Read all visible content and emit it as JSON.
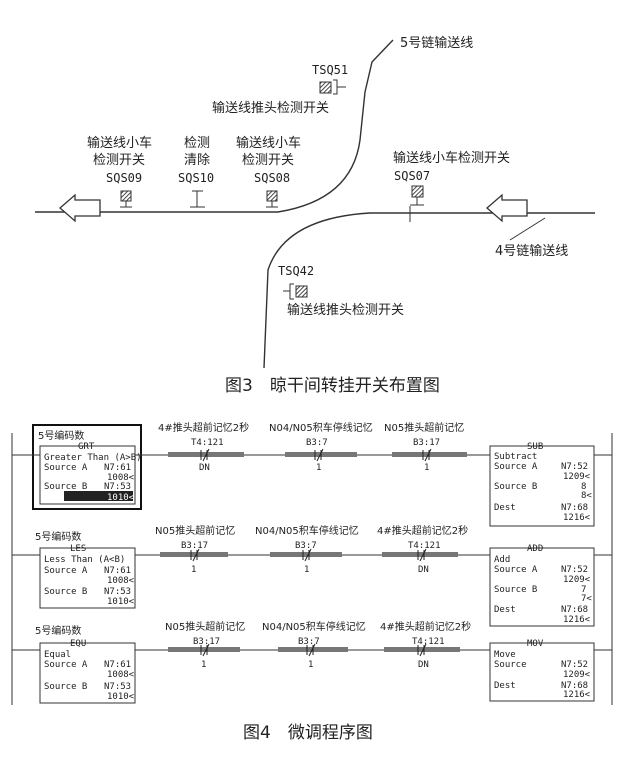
{
  "figure3": {
    "caption": "图3　晾干间转挂开关布置图",
    "line5_label": "5号链输送线",
    "line4_label": "4号链输送线",
    "tsq51": {
      "code": "TSQ51",
      "desc": "输送线推头检测开关"
    },
    "tsq42": {
      "code": "TSQ42",
      "desc": "输送线推头检测开关"
    },
    "sqs09": {
      "line1": "输送线小车",
      "line2": "检测开关",
      "code": "SQS09"
    },
    "sqs10": {
      "line1": "检测",
      "line2": "清除",
      "code": "SQS10"
    },
    "sqs08": {
      "line1": "输送线小车",
      "line2": "检测开关",
      "code": "SQS08"
    },
    "sqs07": {
      "line1": "输送线小车检测开关",
      "code": "SQS07"
    }
  },
  "figure4": {
    "caption": "图4　微调程序图",
    "rung1": {
      "label": "5号编码数",
      "block": {
        "tag": "GRT",
        "title": "Greater Than (A>B)",
        "srcA_label": "Source A",
        "srcA_addr": "N7:61",
        "srcA_val": "1008<",
        "srcB_label": "Source B",
        "srcB_addr": "N7:53",
        "srcB_val": "1010<"
      },
      "contacts": [
        {
          "comment": "4#推头超前记忆2秒",
          "addr": "T4:121",
          "bit": "DN"
        },
        {
          "comment": "N04/N05积车停线记忆",
          "addr": "B3:7",
          "bit": "1"
        },
        {
          "comment": "N05推头超前记忆",
          "addr": "B3:17",
          "bit": "1"
        }
      ],
      "out": {
        "tag": "SUB",
        "title": "Subtract",
        "srcA_label": "Source A",
        "srcA_addr": "N7:52",
        "srcA_val": "1209<",
        "srcB_label": "Source B",
        "srcB_val1": "8",
        "srcB_val2": "8<",
        "dest_label": "Dest",
        "dest_addr": "N7:68",
        "dest_val": "1216<"
      }
    },
    "rung2": {
      "label": "5号编码数",
      "block": {
        "tag": "LES",
        "title": "Less Than (A<B)",
        "srcA_label": "Source A",
        "srcA_addr": "N7:61",
        "srcA_val": "1008<",
        "srcB_label": "Source B",
        "srcB_addr": "N7:53",
        "srcB_val": "1010<"
      },
      "contacts": [
        {
          "comment": "N05推头超前记忆",
          "addr": "B3:17",
          "bit": "1"
        },
        {
          "comment": "N04/N05积车停线记忆",
          "addr": "B3:7",
          "bit": "1"
        },
        {
          "comment": "4#推头超前记忆2秒",
          "addr": "T4:121",
          "bit": "DN"
        }
      ],
      "out": {
        "tag": "ADD",
        "title": "Add",
        "srcA_label": "Source A",
        "srcA_addr": "N7:52",
        "srcA_val": "1209<",
        "srcB_label": "Source B",
        "srcB_val1": "7",
        "srcB_val2": "7<",
        "dest_label": "Dest",
        "dest_addr": "N7:68",
        "dest_val": "1216<"
      }
    },
    "rung3": {
      "label": "5号编码数",
      "block": {
        "tag": "EQU",
        "title": "Equal",
        "srcA_label": "Source A",
        "srcA_addr": "N7:61",
        "srcA_val": "1008<",
        "srcB_label": "Source B",
        "srcB_addr": "N7:53",
        "srcB_val": "1010<"
      },
      "contacts": [
        {
          "comment": "N05推头超前记忆",
          "addr": "B3:17",
          "bit": "1"
        },
        {
          "comment": "N04/N05积车停线记忆",
          "addr": "B3:7",
          "bit": "1"
        },
        {
          "comment": "4#推头超前记忆2秒",
          "addr": "T4:121",
          "bit": "DN"
        }
      ],
      "out": {
        "tag": "MOV",
        "title": "Move",
        "src_label": "Source",
        "src_addr": "N7:52",
        "src_val": "1209<",
        "dest_label": "Dest",
        "dest_addr": "N7:68",
        "dest_val": "1216<"
      }
    }
  }
}
